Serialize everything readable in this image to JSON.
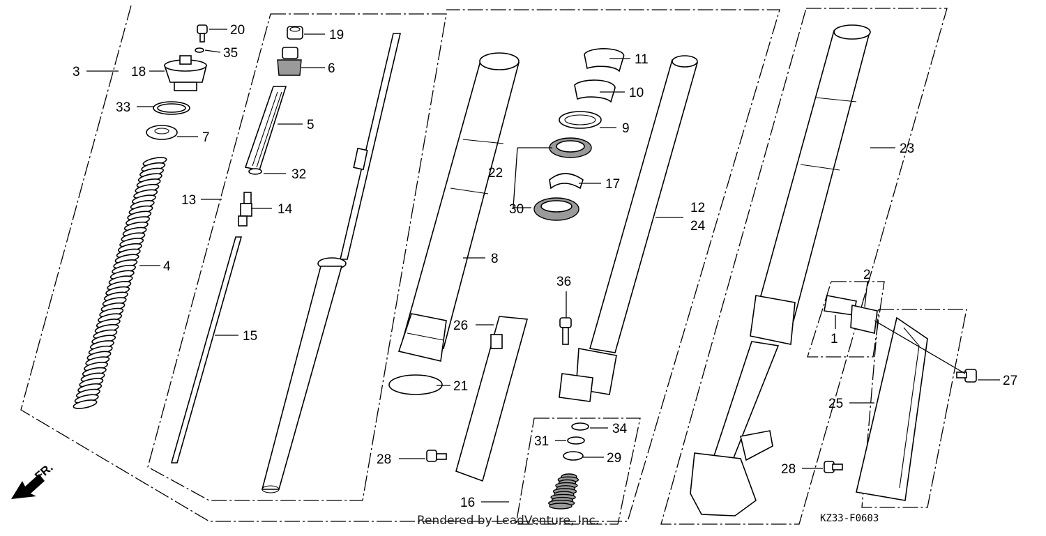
{
  "diagram": {
    "callouts": [
      "20",
      "35",
      "18",
      "3",
      "33",
      "7",
      "4",
      "19",
      "6",
      "5",
      "32",
      "13",
      "14",
      "15",
      "22",
      "30",
      "8",
      "11",
      "10",
      "9",
      "17",
      "12",
      "24",
      "26",
      "21",
      "28",
      "36",
      "31",
      "34",
      "29",
      "16",
      "23",
      "2",
      "1",
      "27",
      "25"
    ],
    "fr_label": "FR.",
    "drawing_code": "KZ33-F0603",
    "credit": "Rendered by LeadVenture, Inc."
  }
}
